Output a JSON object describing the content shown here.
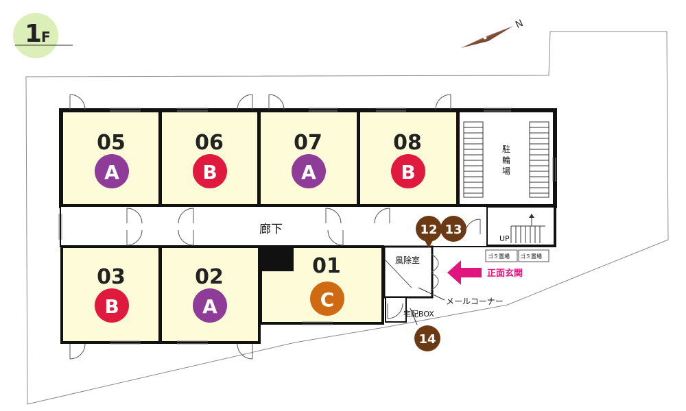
{
  "floor": {
    "number": "1",
    "suffix": "F"
  },
  "compass": {
    "north": "N"
  },
  "colors": {
    "room_fill": "#fdfbd8",
    "wall": "#111111",
    "type_A": "#8e3c98",
    "type_B": "#e0193f",
    "type_C": "#d06a12",
    "marker": "#6b3a14",
    "entrance": "#e0157d",
    "floor_badge": "#dcefb8"
  },
  "rooms": [
    {
      "number": "05",
      "type": "A"
    },
    {
      "number": "06",
      "type": "B"
    },
    {
      "number": "07",
      "type": "A"
    },
    {
      "number": "08",
      "type": "B"
    },
    {
      "number": "03",
      "type": "B"
    },
    {
      "number": "02",
      "type": "A"
    },
    {
      "number": "01",
      "type": "C"
    }
  ],
  "labels": {
    "corridor": "廊下",
    "bicycle_parking": [
      "駐",
      "輪",
      "場"
    ],
    "vestibule": "風除室",
    "main_entrance": "正面玄関",
    "mail_corner": "メールコーナー",
    "delivery_box": "宅配BOX",
    "stairs_up": "UP",
    "garbage_1": "ゴミ置場",
    "garbage_2": "ゴミ置場"
  },
  "markers": [
    "12",
    "13",
    "14"
  ]
}
